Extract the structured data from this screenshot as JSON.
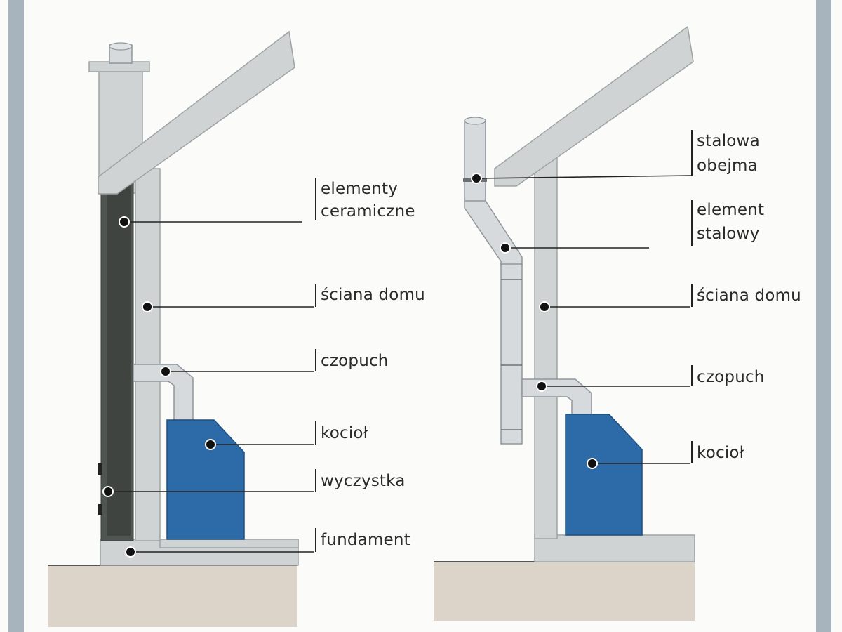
{
  "diagram": {
    "left": {
      "labels": {
        "ceramic": [
          "elementy",
          "ceramiczne"
        ],
        "wall": "ściana domu",
        "connector": "czopuch",
        "boiler": "kocioł",
        "cleanout": "wyczystka",
        "foundation": "fundament"
      }
    },
    "right": {
      "labels": {
        "clamp": [
          "stalowa",
          "obejma"
        ],
        "steel": [
          "element",
          "stalowy"
        ],
        "wall": "ściana domu",
        "connector": "czopuch",
        "boiler": "kocioł"
      }
    },
    "colors": {
      "boiler": "#2c6aa8",
      "flue_liner": "#4f5551",
      "wall": "#cfd3d3",
      "ground": "#dcd3c9",
      "border": "#a8b4bd"
    }
  }
}
